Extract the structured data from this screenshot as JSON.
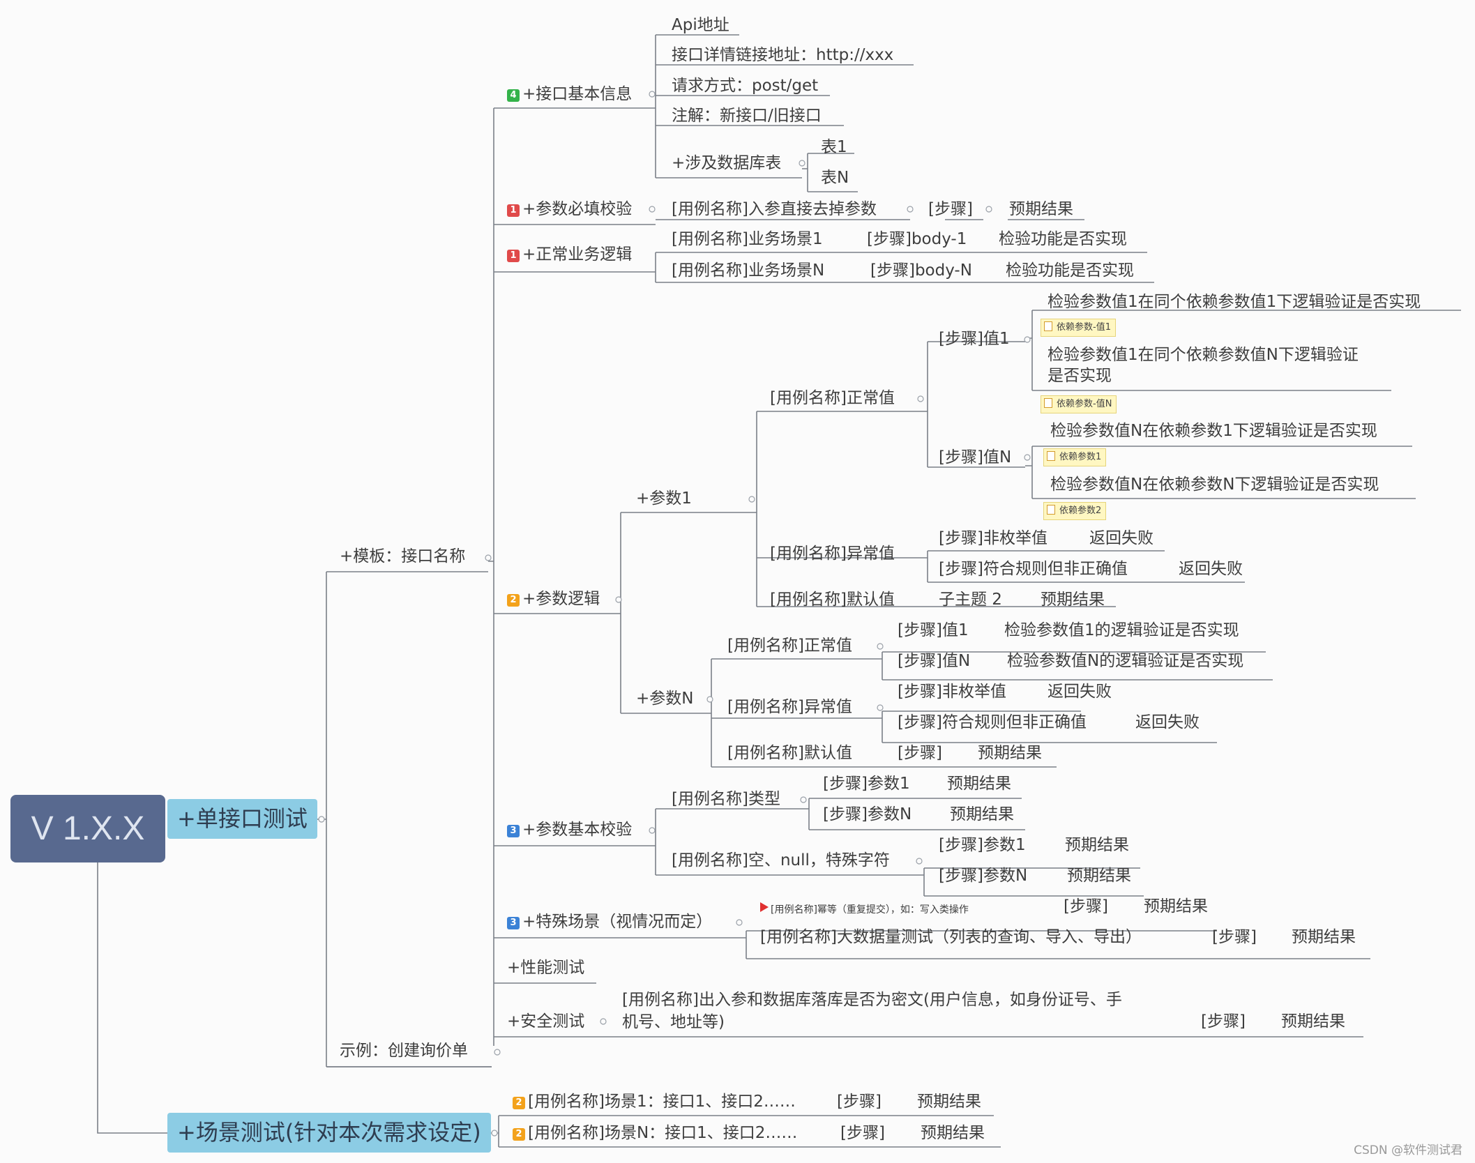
{
  "root": "V 1.X.X",
  "main_topics": {
    "single": "+单接口测试",
    "scenario": "+场景测试(针对本次需求设定)"
  },
  "template": {
    "label": "+模板：接口名称",
    "example": "示例：创建询价单",
    "basic_info": {
      "label": "+接口基本信息",
      "priority": "4",
      "api": "Api地址",
      "detail_link": "接口详情链接地址：http://xxx",
      "method": "请求方式：post/get",
      "note": "注解：新接口/旧接口",
      "db": "+涉及数据库表",
      "table1": "表1",
      "tableN": "表N"
    },
    "required": {
      "label": "+参数必填校验",
      "priority": "1",
      "case": "[用例名称]入参直接去掉参数",
      "step": "[步骤]",
      "result": "预期结果"
    },
    "business": {
      "label": "+正常业务逻辑",
      "priority": "1",
      "case1": "[用例名称]业务场景1",
      "step1": "[步骤]body-1",
      "check1": "检验功能是否实现",
      "caseN": "[用例名称]业务场景N",
      "stepN": "[步骤]body-N",
      "checkN": "检验功能是否实现"
    },
    "logic": {
      "label": "+参数逻辑",
      "priority": "2",
      "param1": {
        "label": "+参数1",
        "normal": "[用例名称]正常值",
        "step_v1": "[步骤]值1",
        "v1_a": "检验参数值1在同个依赖参数值1下逻辑验证是否实现",
        "v1_note": "依赖参数-值1",
        "v1_b": "检验参数值1在同个依赖参数值N下逻辑验证\n是否实现",
        "v1_note_n": "依赖参数-值N",
        "step_vN": "[步骤]值N",
        "vN_a": "检验参数值N在依赖参数1下逻辑验证是否实现",
        "vN_note": "依赖参数1",
        "vN_b": "检验参数值N在依赖参数N下逻辑验证是否实现",
        "vN_note2": "依赖参数2",
        "abnormal": "[用例名称]异常值",
        "ab_step1": "[步骤]非枚举值",
        "ab_res1": "返回失败",
        "ab_step2": "[步骤]符合规则但非正确值",
        "ab_res2": "返回失败",
        "default": "[用例名称]默认值",
        "def_sub": "子主题 2",
        "def_res": "预期结果"
      },
      "paramN": {
        "label": "+参数N",
        "normal": "[用例名称]正常值",
        "step_v1": "[步骤]值1",
        "v1_check": "检验参数值1的逻辑验证是否实现",
        "step_vN": "[步骤]值N",
        "vN_check": "检验参数值N的逻辑验证是否实现",
        "abnormal": "[用例名称]异常值",
        "ab_step1": "[步骤]非枚举值",
        "ab_res1": "返回失败",
        "ab_step2": "[步骤]符合规则但非正确值",
        "ab_res2": "返回失败",
        "default": "[用例名称]默认值",
        "def_step": "[步骤]",
        "def_res": "预期结果"
      }
    },
    "basic_check": {
      "label": "+参数基本校验",
      "priority": "3",
      "type_case": "[用例名称]类型",
      "type_s1": "[步骤]参数1",
      "type_r1": "预期结果",
      "type_sN": "[步骤]参数N",
      "type_rN": "预期结果",
      "empty_case": "[用例名称]空、null，特殊字符",
      "empty_s1": "[步骤]参数1",
      "empty_r1": "预期结果",
      "empty_sN": "[步骤]参数N",
      "empty_rN": "预期结果"
    },
    "special": {
      "label": "+特殊场景（视情况而定）",
      "priority": "3",
      "case1": "[用例名称]幂等（重复提交），如：写入类操作",
      "step1": "[步骤]",
      "res1": "预期结果",
      "case2": "[用例名称]大数据量测试（列表的查询、导入、导出）",
      "step2": "[步骤]",
      "res2": "预期结果"
    },
    "performance": "+性能测试",
    "security": {
      "label": "+安全测试",
      "case": "[用例名称]出入参和数据库落库是否为密文(用户信息，如身份证号、手\n机号、地址等)",
      "step": "[步骤]",
      "res": "预期结果"
    }
  },
  "scenario": {
    "case1": "[用例名称]场景1：接口1、接口2……",
    "step1": "[步骤]",
    "res1": "预期结果",
    "caseN": "[用例名称]场景N：接口1、接口2……",
    "stepN": "[步骤]",
    "resN": "预期结果",
    "priority": "2"
  },
  "watermark": "CSDN @软件测试君",
  "colors": {
    "root_fill": "#58698f",
    "main_fill": "#8ccce4",
    "line": "#7a7f88",
    "priority_1": "#e04a4a",
    "priority_2": "#f3a21b",
    "priority_3": "#3b82d6",
    "priority_4": "#34b34a",
    "note_fill": "#fff7c2"
  }
}
